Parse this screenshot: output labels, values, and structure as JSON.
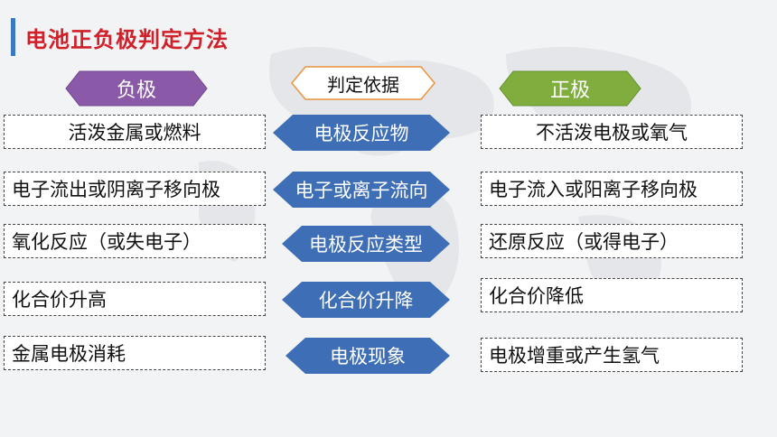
{
  "title": "电池正负极判定方法",
  "headers": {
    "negative": "负极",
    "basis": "判定依据",
    "positive": "正极"
  },
  "rows": [
    {
      "negative": "活泼金属或燃料",
      "criterion": "电极反应物",
      "positive": "不活泼电极或氧气"
    },
    {
      "negative": "电子流出或阴离子移向极",
      "criterion": "电子或离子流向",
      "positive": "电子流入或阳离子移向极"
    },
    {
      "negative": "氧化反应（或失电子）",
      "criterion": "电极反应类型",
      "positive": "还原反应（或得电子）"
    },
    {
      "negative": "化合价升高",
      "criterion": "化合价升降",
      "positive": "化合价降低"
    },
    {
      "negative": "金属电极消耗",
      "criterion": "电极现象",
      "positive": "电极增重或产生氢气"
    }
  ],
  "colors": {
    "title": "#d0202a",
    "negative_header": "#8a5aa8",
    "positive_header": "#7fae3e",
    "basis_border": "#e8943a",
    "criterion_arrow": "#3e6fb6"
  }
}
